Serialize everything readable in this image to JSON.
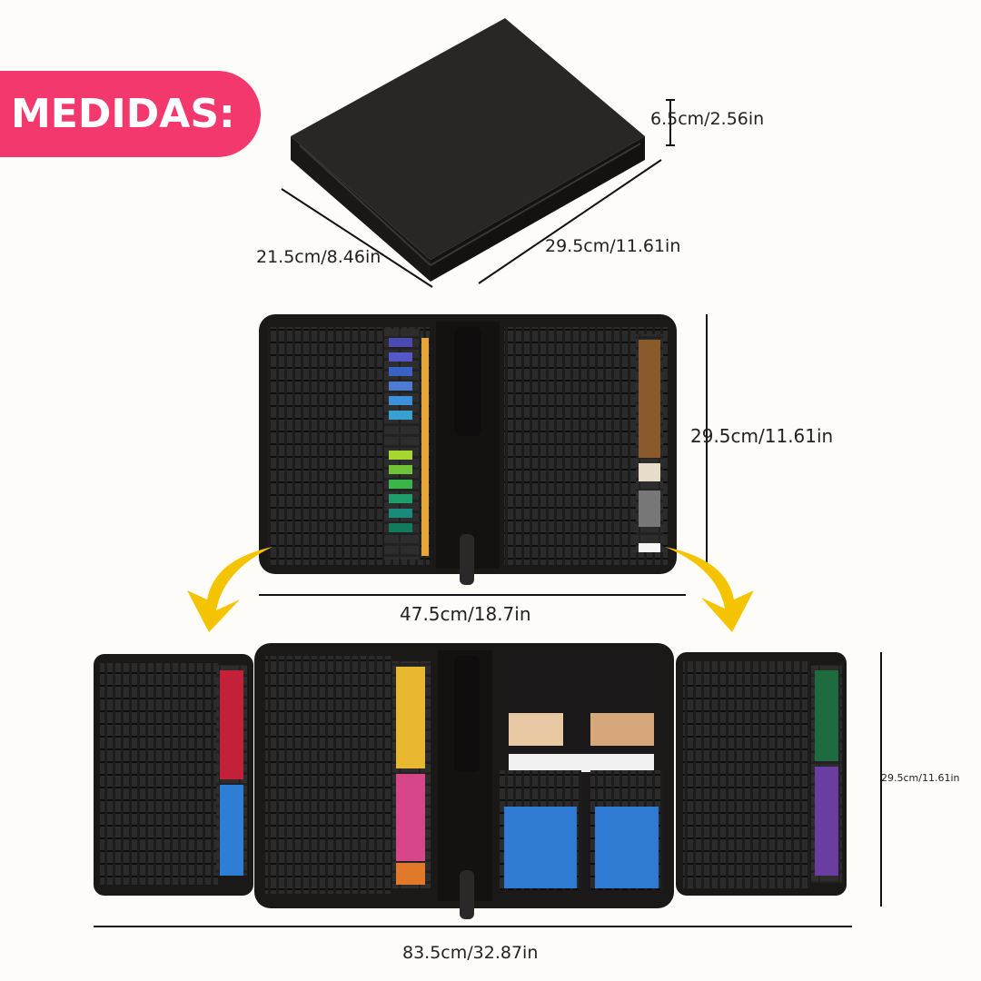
{
  "badge": {
    "label": "MEDIDAS:",
    "bg_color": "#f2386d",
    "text_color": "#ffffff"
  },
  "closed_case": {
    "height_label": "6.5cm/2.56in",
    "depth_label": "21.5cm/8.46in",
    "width_label": "29.5cm/11.61in"
  },
  "half_open_case": {
    "height_label": "29.5cm/11.61in",
    "width_label": "47.5cm/18.7in"
  },
  "fully_open_case": {
    "height_label": "29.5cm/11.61in",
    "width_label": "83.5cm/32.87in"
  },
  "arrow_color": "#f5c400"
}
